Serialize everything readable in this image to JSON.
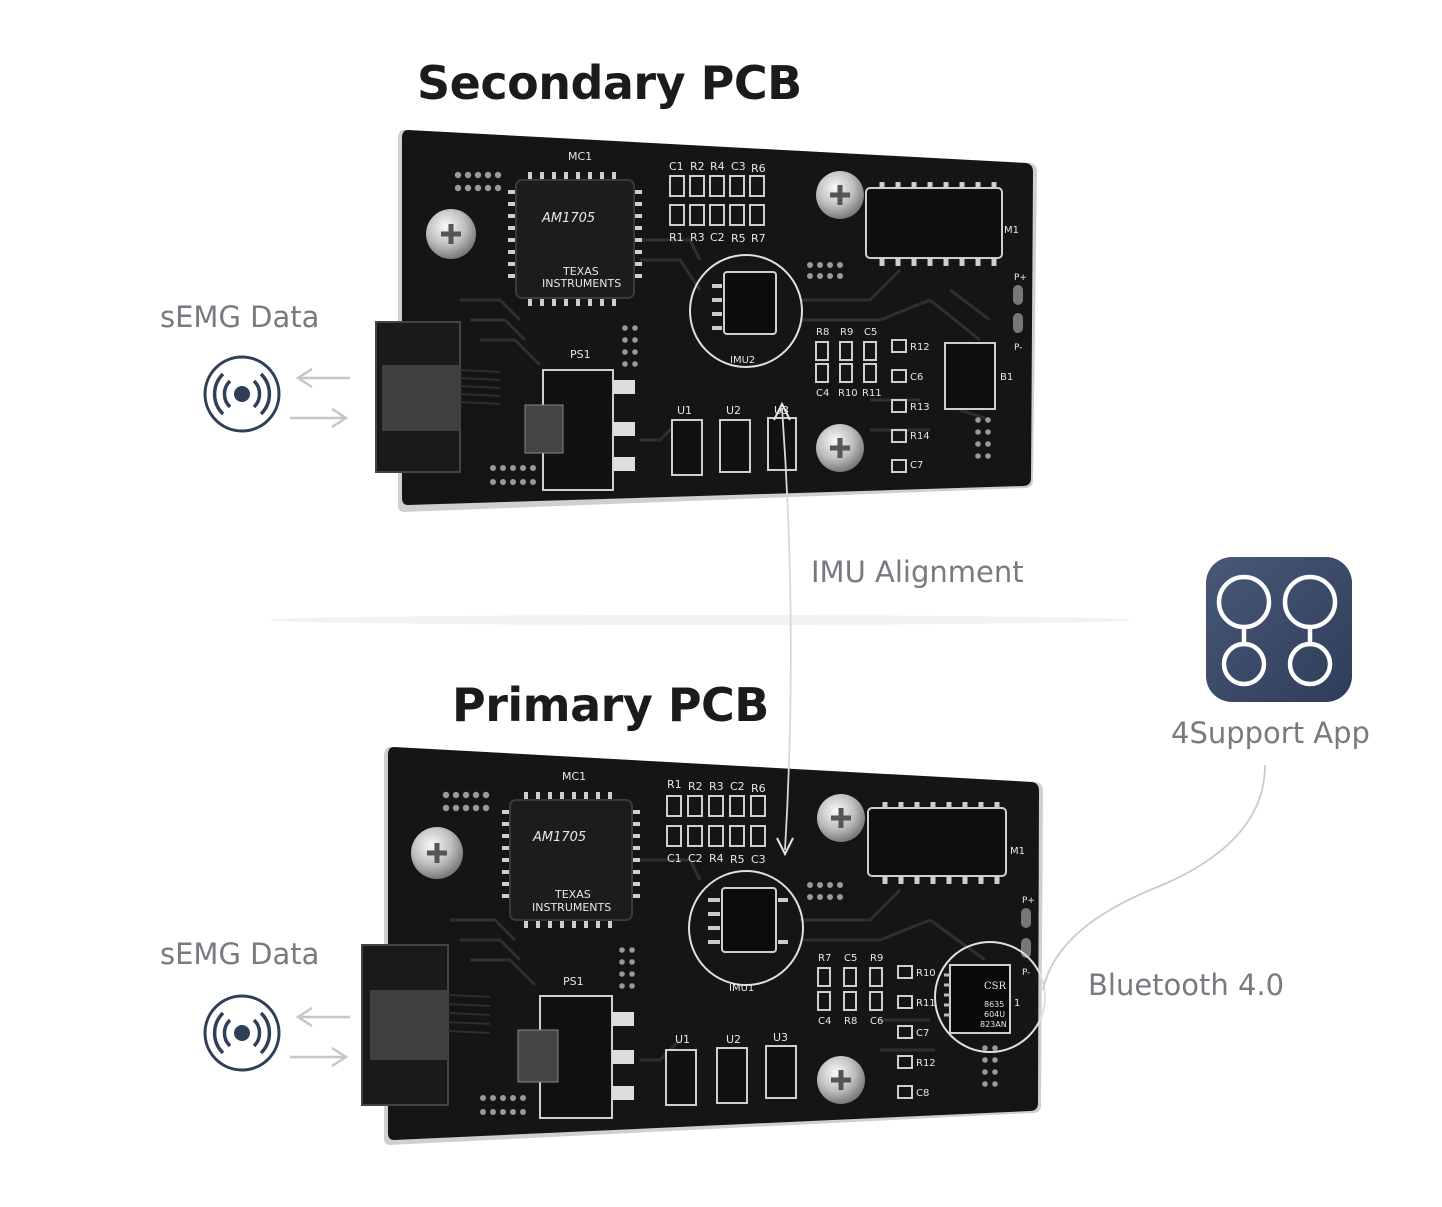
{
  "titles": {
    "secondary": "Secondary PCB",
    "primary": "Primary PCB"
  },
  "labels": {
    "semg_top": "sEMG Data",
    "semg_bottom": "sEMG Data",
    "imu_alignment": "IMU Alignment",
    "app": "4Support App",
    "bluetooth": "Bluetooth 4.0"
  },
  "secondary_board": {
    "mc_label": "MC1",
    "chip_name": "AM1705",
    "brand_line1": "TEXAS",
    "brand_line2": "INSTRUMENTS",
    "ps_label": "PS1",
    "imu_label": "IMU2",
    "u_labels": [
      "U1",
      "U2",
      "U3"
    ],
    "resistor_top_row": [
      "C1",
      "R2",
      "R4",
      "C3",
      "R6"
    ],
    "resistor_bottom_row": [
      "R1",
      "R3",
      "C2",
      "R5",
      "R7"
    ],
    "mid_top_row": [
      "R8",
      "R9",
      "C5"
    ],
    "mid_bottom_row": [
      "C4",
      "R10",
      "R11"
    ],
    "right_col": [
      "R12",
      "C6",
      "R13",
      "R14",
      "C7"
    ],
    "ic_label": "M1",
    "b_label": "B1",
    "p_plus": "P+",
    "p_minus": "P-"
  },
  "primary_board": {
    "mc_label": "MC1",
    "chip_name": "AM1705",
    "brand_line1": "TEXAS",
    "brand_line2": "INSTRUMENTS",
    "ps_label": "PS1",
    "imu_label": "IMU1",
    "u_labels": [
      "U1",
      "U2",
      "U3"
    ],
    "resistor_top_row": [
      "R1",
      "R2",
      "R3",
      "C2",
      "R6"
    ],
    "resistor_bottom_row": [
      "C1",
      "C2",
      "R4",
      "R5",
      "C3"
    ],
    "mid_top_row": [
      "R7",
      "C5",
      "R9"
    ],
    "mid_bottom_row": [
      "C4",
      "R8",
      "C6"
    ],
    "right_col": [
      "R10",
      "R11",
      "C7",
      "R12",
      "C8"
    ],
    "ic_label": "M1",
    "b_label": "1",
    "p_plus": "P+",
    "p_minus": "P-",
    "bt_chip": [
      "CSR",
      "8635",
      "604U",
      "823AN"
    ]
  },
  "colors": {
    "board": "#151515",
    "board_edge": "#c9c9c9",
    "trace": "#2e2e2e",
    "arrow": "#b9bcc2",
    "icon_stroke": "#2f3f58",
    "app_bg": "#3a4a68",
    "title": "#1b1b1b",
    "label": "#777a80"
  },
  "icons": [
    "signal-icon",
    "app-icon"
  ]
}
